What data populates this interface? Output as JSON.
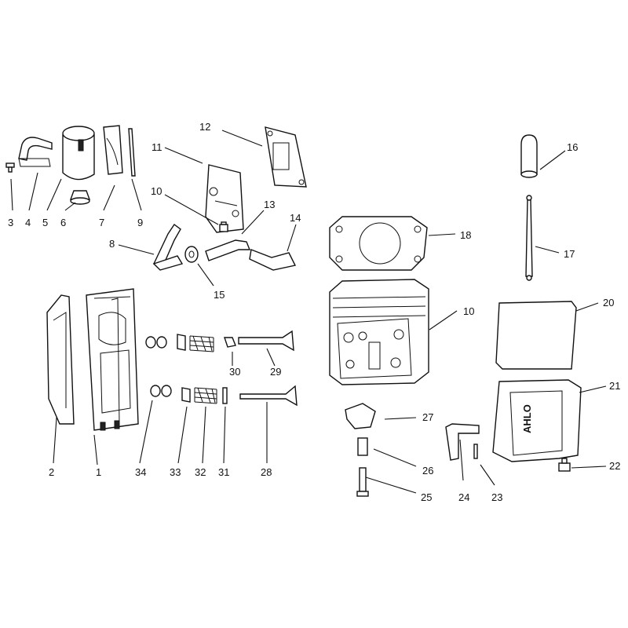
{
  "labels": {
    "n1": "1",
    "n2": "2",
    "n3": "3",
    "n4": "4",
    "n5": "5",
    "n6": "6",
    "n7": "7",
    "n8": "8",
    "n9": "9",
    "n10a": "10",
    "n10b": "10",
    "n11": "11",
    "n12": "12",
    "n13": "13",
    "n14": "14",
    "n15": "15",
    "n16": "16",
    "n17": "17",
    "n18": "18",
    "n20": "20",
    "n21": "21",
    "n22": "22",
    "n23": "23",
    "n24": "24",
    "n25": "25",
    "n26": "26",
    "n27": "27",
    "n28": "28",
    "n29": "29",
    "n30": "30",
    "n31": "31",
    "n32": "32",
    "n33": "33",
    "n34": "34"
  },
  "embossed_text": "AHLO"
}
